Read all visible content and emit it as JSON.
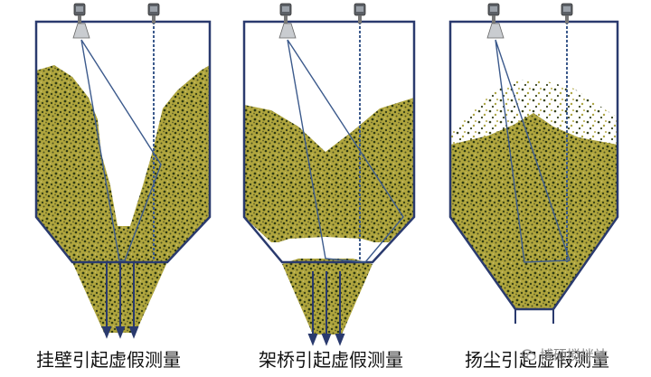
{
  "captions": {
    "wall_hanging": "挂壁引起虚假测量",
    "bridging": "架桥引起虚假测量",
    "dust": "扬尘引起虚假测量"
  },
  "watermark": "博硕搅拌站",
  "colors": {
    "material": "#a8a03a",
    "material_dot": "#2e3a12",
    "silo_outline": "#2a3a6e",
    "beam": "#3c5a8c",
    "probe": "#8a8d92"
  },
  "icons": {
    "sensor": "radar-level-sensor-icon",
    "watermark": "wechat-icon"
  }
}
